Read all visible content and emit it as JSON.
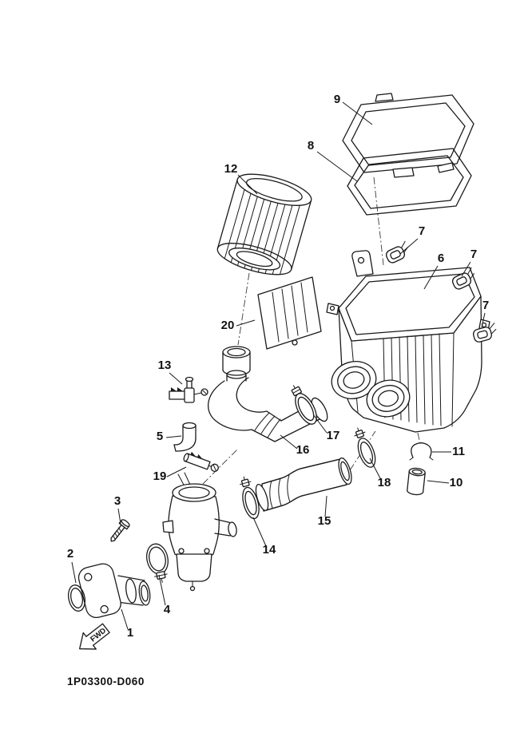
{
  "page": {
    "background": "#ffffff",
    "line_color": "#1a1a1a",
    "diagram_code": "1P03300-D060",
    "fwd_label": "FWD"
  },
  "callouts": [
    {
      "label": "9"
    },
    {
      "label": "8"
    },
    {
      "label": "12"
    },
    {
      "label": "7"
    },
    {
      "label": "6"
    },
    {
      "label": "7"
    },
    {
      "label": "7"
    },
    {
      "label": "20"
    },
    {
      "label": "13"
    },
    {
      "label": "5"
    },
    {
      "label": "16"
    },
    {
      "label": "17"
    },
    {
      "label": "19"
    },
    {
      "label": "18"
    },
    {
      "label": "11"
    },
    {
      "label": "10"
    },
    {
      "label": "15"
    },
    {
      "label": "14"
    },
    {
      "label": "3"
    },
    {
      "label": "2"
    },
    {
      "label": "4"
    },
    {
      "label": "1"
    }
  ]
}
